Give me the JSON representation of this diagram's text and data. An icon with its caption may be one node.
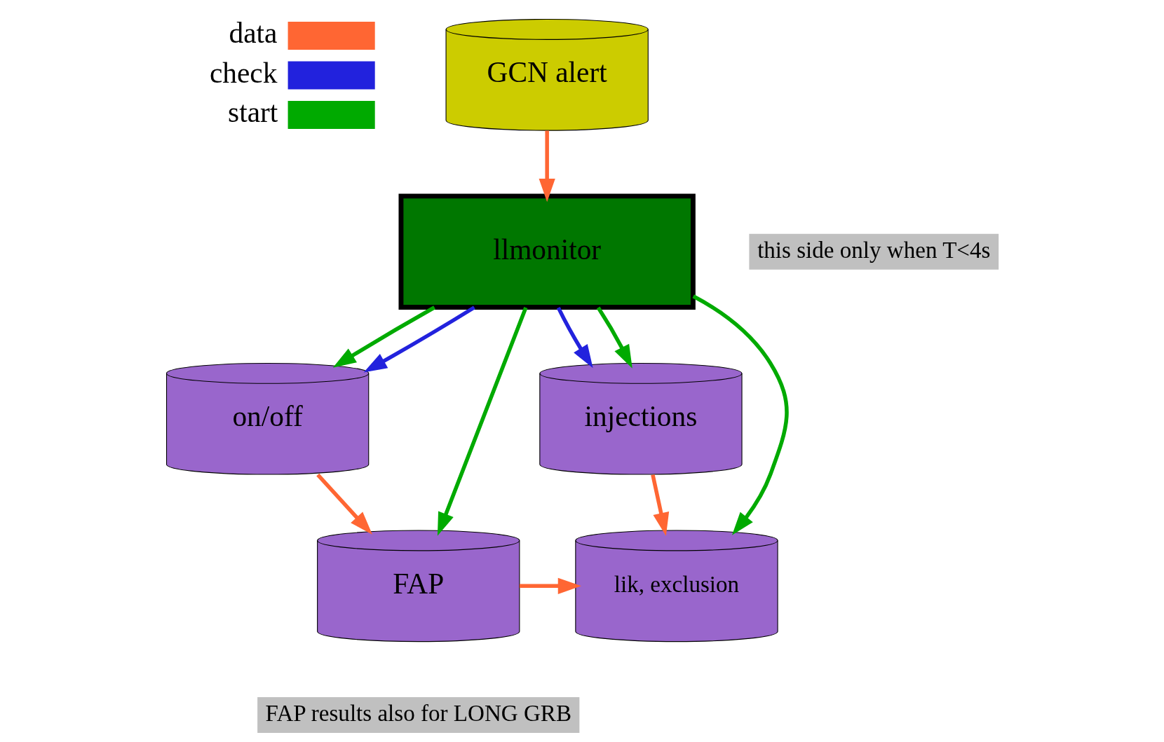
{
  "diagram": {
    "nodes": [
      {
        "text": [
          "GCN alert"
        ]
      },
      {
        "text": [
          "llmonitor"
        ]
      },
      {
        "text": [
          "on/off"
        ]
      },
      {
        "text": [
          "injections"
        ]
      },
      {
        "text": [
          "FAP"
        ]
      },
      {
        "text": [
          "lik, exclusion"
        ]
      },
      {
        "text": [
          "this side only when T<4s"
        ]
      },
      {
        "text": [
          "FAP results also for LONG GRB"
        ]
      }
    ],
    "edges": [
      {
        "from": 0,
        "to": 1,
        "arrow": "to",
        "color": "#ff6633"
      },
      {
        "from": 1,
        "to": 2,
        "arrow": "to",
        "color": "#00aa00"
      },
      {
        "from": 1,
        "to": 2,
        "arrow": "to",
        "color": "#2222dd"
      },
      {
        "from": 1,
        "to": 4,
        "arrow": "to",
        "color": "#00aa00"
      },
      {
        "from": 1,
        "to": 5,
        "arrow": "to",
        "color": "#00aa00"
      },
      {
        "from": 1,
        "to": 3,
        "arrow": "to",
        "color": "#2222dd"
      },
      {
        "from": 1,
        "to": 3,
        "arrow": "to",
        "color": "#00aa00"
      },
      {
        "from": 2,
        "to": 4,
        "arrow": "to",
        "color": "#ff6633"
      },
      {
        "from": 3,
        "to": 5,
        "arrow": "to",
        "color": "#ff6633"
      },
      {
        "from": 4,
        "to": 5,
        "arrow": "to",
        "color": "#ff6633"
      }
    ],
    "legend": [
      {
        "text": "data"
      },
      {
        "text": "check"
      },
      {
        "text": "start"
      }
    ]
  }
}
